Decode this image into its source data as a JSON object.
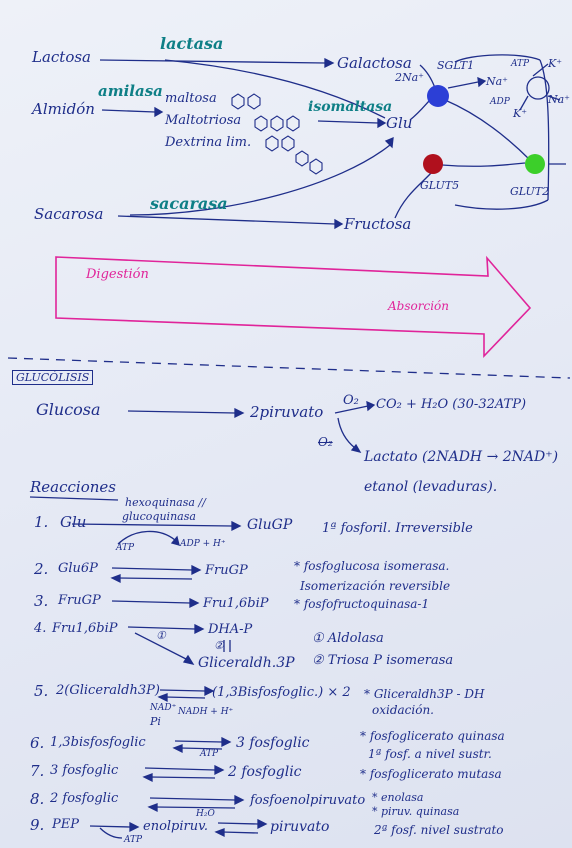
{
  "top": {
    "lactosa": "Lactosa",
    "lactasa": "lactasa",
    "galactosa": "Galactosa",
    "almidon": "Almidón",
    "amilasa": "amilasa",
    "maltosa": "maltosa",
    "maltotriosa": "Maltotriosa",
    "dextrina": "Dextrina lim.",
    "isomaltasa": "isomaltasa",
    "glu": "Glu",
    "sacarosa": "Sacarosa",
    "sacarasa": "sacarasa",
    "fructosa": "Fructosa",
    "two_na": "2Na⁺",
    "sglt1": "SGLT1",
    "glut5": "GLUT5",
    "glut2": "GLUT2",
    "na_out": "Na⁺",
    "k_top": "K⁺",
    "atp_pump": "ATP",
    "adp_pump": "ADP",
    "k_bottom": "K⁺",
    "na_right": "Na⁺"
  },
  "arrow_band": {
    "digestion": "Digestión",
    "absorcion": "Absorción"
  },
  "glucolisis": {
    "title": "GLUCÓLISIS",
    "glucosa": "Glucosa",
    "piruvato": "2piruvato",
    "o2": "O₂",
    "products": "CO₂ + H₂O (30-32ATP)",
    "no_o2": "O₂",
    "lactato": "Lactato (2NADH → 2NAD⁺)",
    "etanol": "etanol (levaduras)."
  },
  "reacciones": {
    "title": "Reacciones",
    "r1": {
      "num": "1.",
      "sub": "Glu",
      "enz_top": "hexoquinasa //",
      "enz_bot": "glucoquinasa",
      "prod": "GluGP",
      "atp": "ATP",
      "adp": "ADP + H⁺",
      "note": "1ª fosforil. Irreversible"
    },
    "r2": {
      "num": "2.",
      "sub": "Glu6P",
      "prod": "FruGP",
      "note1": "* fosfoglucosa isomerasa.",
      "note2": "Isomerización reversible"
    },
    "r3": {
      "num": "3.",
      "sub": "FruGP",
      "prod": "Fru1,6biP",
      "note": "* fosfofructoquinasa-1"
    },
    "r4": {
      "num": "4.",
      "sub": "Fru1,6biP",
      "p1": "DHA-P",
      "p2": "Gliceraldh.3P",
      "c1": "①",
      "c2": "②",
      "note1": "① Aldolasa",
      "note2": "② Triosa P isomerasa"
    },
    "r5": {
      "num": "5.",
      "sub": "2(Gliceraldh3P)",
      "prod": "(1,3Bisfosfoglic.) × 2",
      "nad": "NAD⁺",
      "nadh": "NADH + H⁺",
      "pi": "Pi",
      "note1": "* Gliceraldh3P - DH",
      "note2": "oxidación."
    },
    "r6": {
      "num": "6.",
      "sub": "1,3bisfosfoglic",
      "prod": "3 fosfoglic",
      "atp": "ATP",
      "note1": "* fosfoglicerato quinasa",
      "note2": "1ª fosf. a nivel sustr."
    },
    "r7": {
      "num": "7.",
      "sub": "3 fosfoglic",
      "prod": "2 fosfoglic",
      "note": "* fosfoglicerato mutasa"
    },
    "r8": {
      "num": "8.",
      "sub": "2 fosfoglic",
      "prod": "fosfoenolpiruvato",
      "h2o": "H₂O",
      "note1": "* enolasa",
      "note2": "* piruv. quinasa"
    },
    "r9": {
      "num": "9.",
      "sub": "PEP",
      "mid": "enolpiruv.",
      "prod": "piruvato",
      "atp": "ATP",
      "note": "2ª fosf. nivel sustrato"
    }
  },
  "colors": {
    "ink": "#1f2e8a",
    "teal": "#0e7f86",
    "magenta": "#e0249a",
    "sglt1": "#2c3fd6",
    "glut5": "#b0101d",
    "glut2": "#3ccf2a"
  }
}
